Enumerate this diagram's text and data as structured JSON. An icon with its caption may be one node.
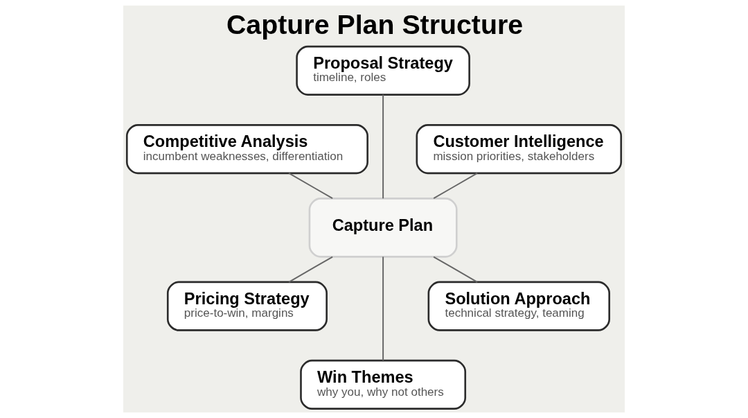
{
  "diagram": {
    "title": "Capture Plan Structure",
    "nodes": [
      {
        "text": [
          "Capture Plan"
        ]
      },
      {
        "text": [
          "Customer Intelligence",
          "mission priorities, stakeholders"
        ]
      },
      {
        "text": [
          "Proposal Strategy",
          "timeline, roles"
        ]
      },
      {
        "text": [
          "Competitive Analysis",
          "incumbent weaknesses, differentiation"
        ]
      },
      {
        "text": [
          "Pricing Strategy",
          "price-to-win, margins"
        ]
      },
      {
        "text": [
          "Win Themes",
          "why you, why not others"
        ]
      },
      {
        "text": [
          "Solution Approach",
          "technical strategy, teaming"
        ]
      }
    ],
    "edges": [
      {
        "from": 0,
        "to": 1,
        "arrow": "none"
      },
      {
        "from": 0,
        "to": 2,
        "arrow": "none"
      },
      {
        "from": 0,
        "to": 3,
        "arrow": "none"
      },
      {
        "from": 0,
        "to": 4,
        "arrow": "none"
      },
      {
        "from": 0,
        "to": 5,
        "arrow": "none"
      },
      {
        "from": 0,
        "to": 6,
        "arrow": "none"
      }
    ]
  }
}
